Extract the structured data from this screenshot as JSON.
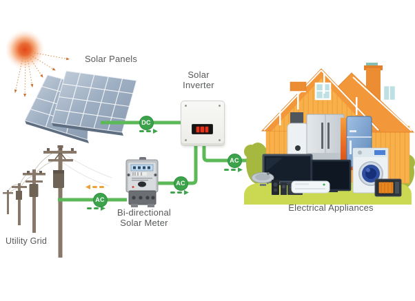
{
  "labels": {
    "solar_panels": "Solar Panels",
    "solar_inverter": [
      "Solar",
      "Inverter"
    ],
    "solar_meter": [
      "Bi-directional",
      "Solar Meter"
    ],
    "utility_grid": "Utility Grid",
    "electrical_appliances": "Electrical Appliances"
  },
  "badges": {
    "dc_panels_to_inverter": "DC",
    "ac_inverter_to_house": "AC",
    "ac_meter_to_inverter": "AC",
    "ac_grid_to_meter": "AC"
  },
  "colors": {
    "line_green": "#5CB957",
    "badge_green": "#3CA24B",
    "flow_dash_green": "#3FA54C",
    "flow_dash_orange": "#EFA134",
    "label_gray": "#57585A",
    "house_orange": "#F2973A",
    "wall_amber": "#F8B04A",
    "sun_orange": "#E8511C",
    "grass_green": "#CBD952",
    "bush_green": "#A6B83F"
  }
}
